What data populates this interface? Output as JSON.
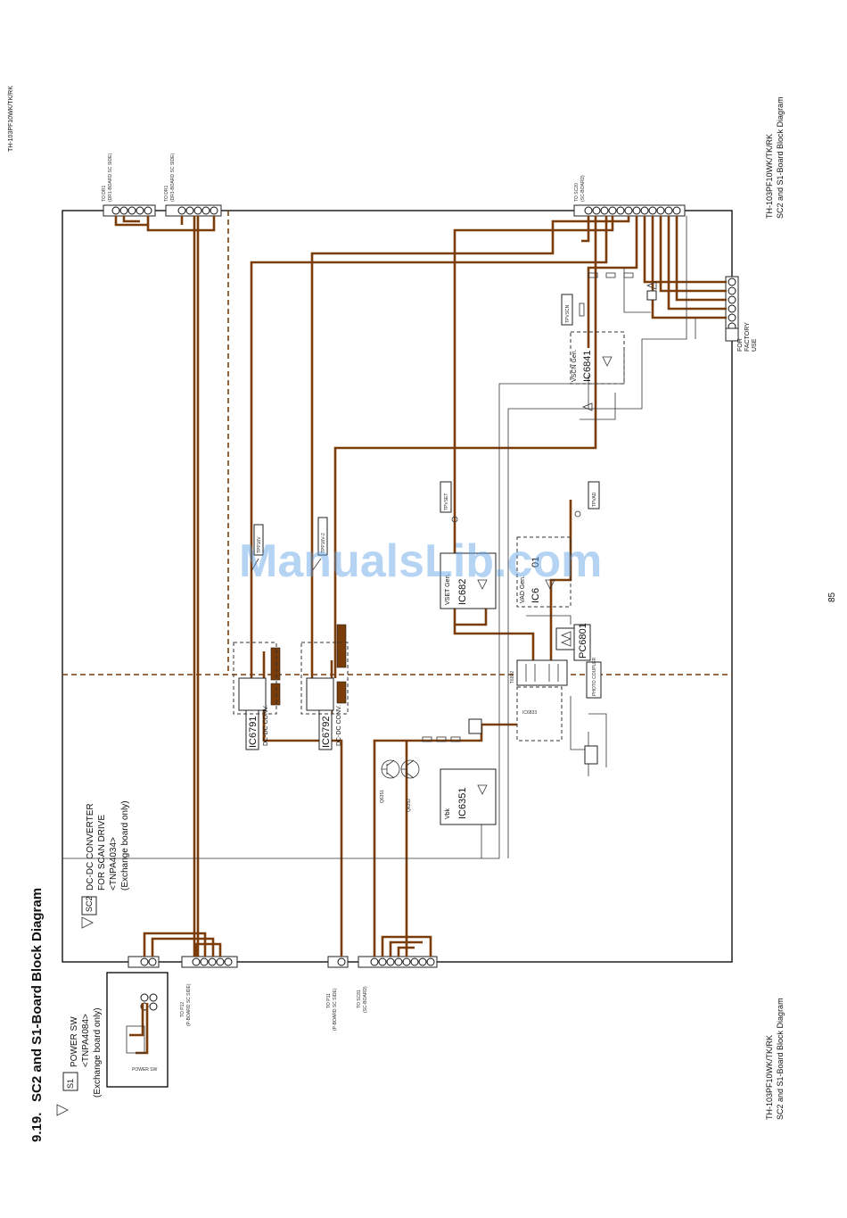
{
  "header": {
    "model": "TH-103PF10WK/TK/RK"
  },
  "section": {
    "number": "9.19.",
    "title": "SC2 and S1-Board Block Diagram"
  },
  "s1_block": {
    "tag": "S1",
    "name": "POWER SW",
    "part": "<TNPA4084>",
    "note": "(Exchange board only)"
  },
  "sc2_block": {
    "tag": "SC2",
    "line1": "DC-DC CONVERTER",
    "line2": "FOR SCAN DRIVE",
    "part": "<TNPA4034>",
    "note": "(Exchange board only)"
  },
  "connectors": {
    "dr1_left": {
      "title": "TO DR1",
      "sub": "(DR1-BOARD SC SIDE)"
    },
    "dr1_right": {
      "title": "TO DR1",
      "sub": "(DR1-BOARD SC SIDE)"
    },
    "sc20": {
      "title": "TO SC20",
      "sub": "(SC-BOARD)"
    },
    "p12": {
      "title": "TO P12",
      "sub": "(P-BOARD SC SIDE)"
    },
    "p11": {
      "title": "TO P11",
      "sub": "(P-BOARD SC SIDE)"
    },
    "sc81": {
      "title": "TO SC81",
      "sub": "(SC-BOARD)"
    },
    "factory": {
      "line1": "FOR",
      "line2": "FACTORY",
      "line3": "USE"
    }
  },
  "ics": {
    "ic6791": {
      "name": "IC6791",
      "desc": "DC-DC CONV."
    },
    "ic6792": {
      "name": "IC6792",
      "desc": "DC-DC CONV."
    },
    "ic6351": {
      "name": "IC6351",
      "desc": "Vbk"
    },
    "ic682": {
      "name": "IC682",
      "desc": "VSET Gen."
    },
    "ic6841": {
      "name": "IC6841",
      "desc": "VSCN Gen."
    },
    "ic68": {
      "name": "IC6",
      "desc": "VAD Gen.",
      "suffix": "01"
    },
    "pc6801": {
      "name": "PC6801",
      "desc": "PHOTO COUPLER"
    }
  },
  "transistors": {
    "q6351": "Q6351",
    "q6352": "Q6352"
  },
  "testpoints": {
    "tp16v": "TPP16V",
    "tp16v2": "TPP16V-2",
    "tpvset": "TPVSET",
    "tpvad": "TPVAD",
    "tpvscn": "TPVSCN"
  },
  "transformer": "T6802",
  "watermark": "ManualsLib.com",
  "footer": {
    "model": "TH-103PF10WK/TK/RK",
    "title": "SC2 and S1-Board Block Diagram"
  },
  "side_caption": {
    "model": "TH-103PF10WK/TK/RK",
    "title": "SC2 and S1-Board Block Diagram"
  },
  "page_number": "85"
}
